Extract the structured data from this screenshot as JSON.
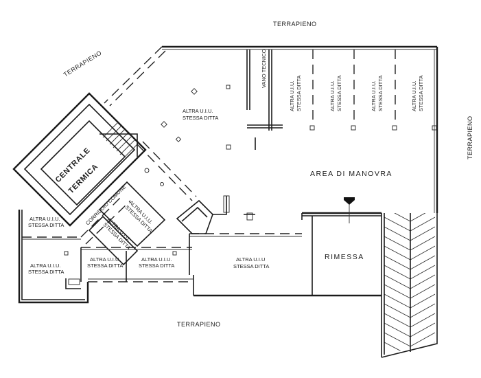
{
  "labels": {
    "terrapieno_top": "TERRAPIENO",
    "terrapieno_topleft": "TERRAPIENO",
    "terrapieno_right": "TERRAPIENO",
    "terrapieno_bottom": "TERRAPIENO",
    "centrale_line1": "CENTRALE",
    "centrale_line2": "TERMICA",
    "area_manovra": "AREA DI MANOVRA",
    "rimessa": "RIMESSA",
    "vano_tecnico": "VANO TECNICO",
    "corridoio_comune": "CORRIDOIO COMUNE",
    "altra_uiu": "ALTRA U.I.U.",
    "altra_uiu_alt": "ALTRA U.I.U",
    "stessa_ditta": "STESSA DITTA"
  }
}
